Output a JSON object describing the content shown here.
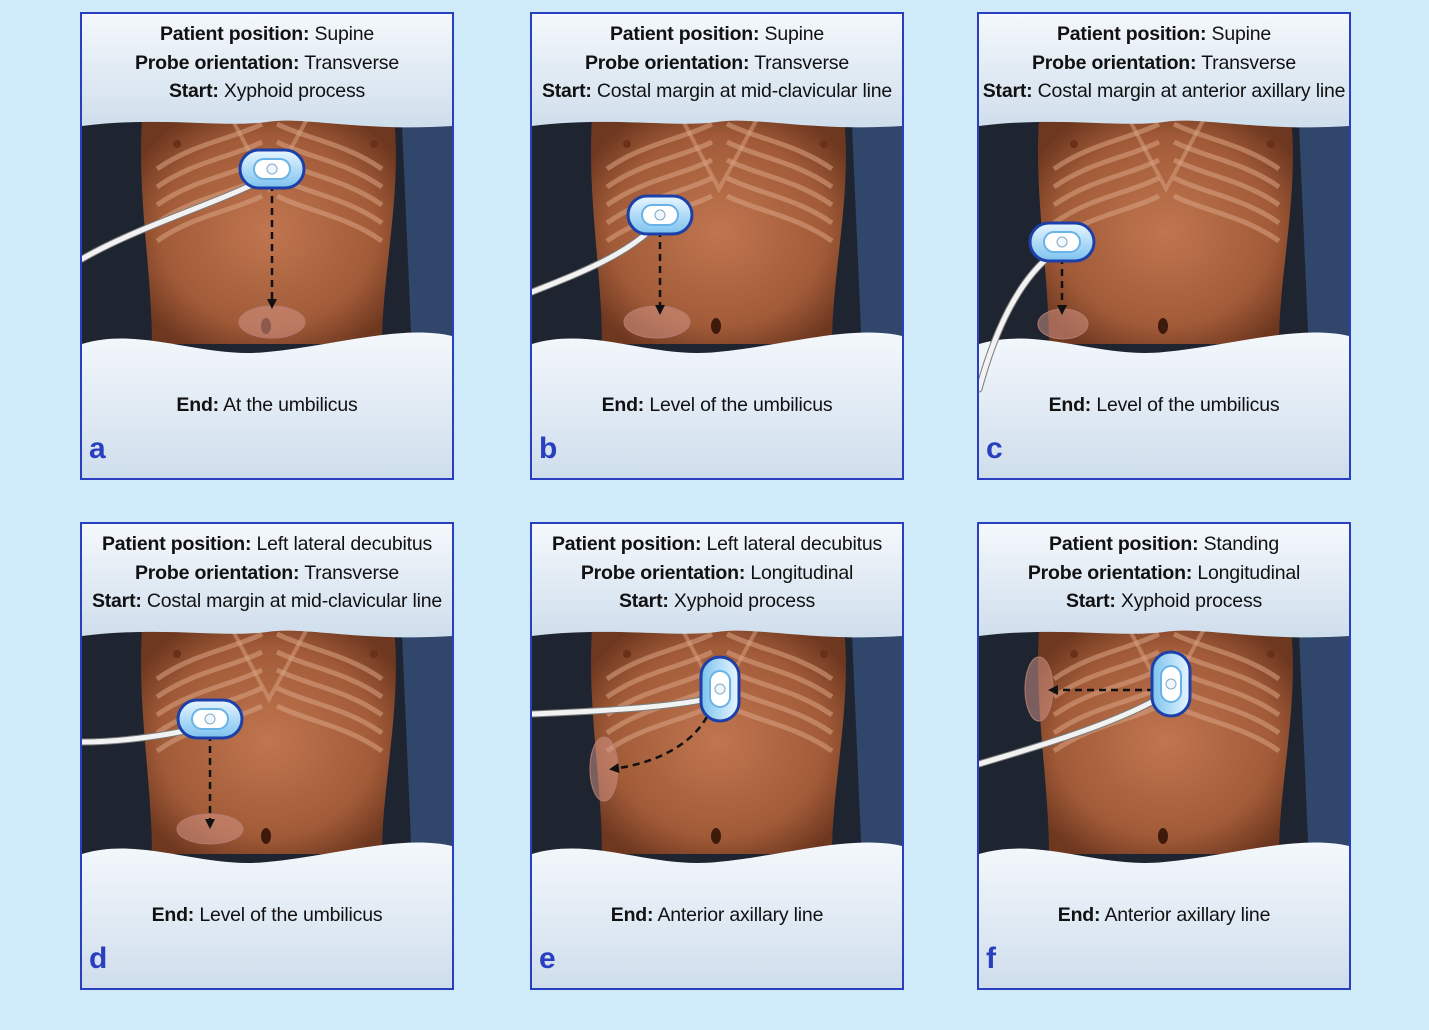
{
  "colors": {
    "background": "#cfeaf8",
    "frame": "#2a3fbf",
    "skin": "#a8633f",
    "drape": "#e6eff7",
    "probe": "#9fd4f5",
    "target_zone": "#d89a8c"
  },
  "field_labels": {
    "position": "Patient position:",
    "orientation": "Probe orientation:",
    "start": "Start:",
    "end": "End:"
  },
  "panels": [
    {
      "letter": "a",
      "position": "Supine",
      "orientation": "Transverse",
      "start": "Xyphoid process",
      "end": "At the umbilicus"
    },
    {
      "letter": "b",
      "position": "Supine",
      "orientation": "Transverse",
      "start": "Costal margin at mid-clavicular line",
      "end": "Level of the umbilicus"
    },
    {
      "letter": "c",
      "position": "Supine",
      "orientation": "Transverse",
      "start": "Costal margin at anterior axillary line",
      "end": "Level of the umbilicus"
    },
    {
      "letter": "d",
      "position": "Left lateral decubitus",
      "orientation": "Transverse",
      "start": "Costal margin at mid-clavicular line",
      "end": "Level of the umbilicus"
    },
    {
      "letter": "e",
      "position": "Left lateral decubitus",
      "orientation": "Longitudinal",
      "start": "Xyphoid process",
      "end": "Anterior axillary line"
    },
    {
      "letter": "f",
      "position": "Standing",
      "orientation": "Longitudinal",
      "start": "Xyphoid process",
      "end": "Anterior axillary line"
    }
  ]
}
